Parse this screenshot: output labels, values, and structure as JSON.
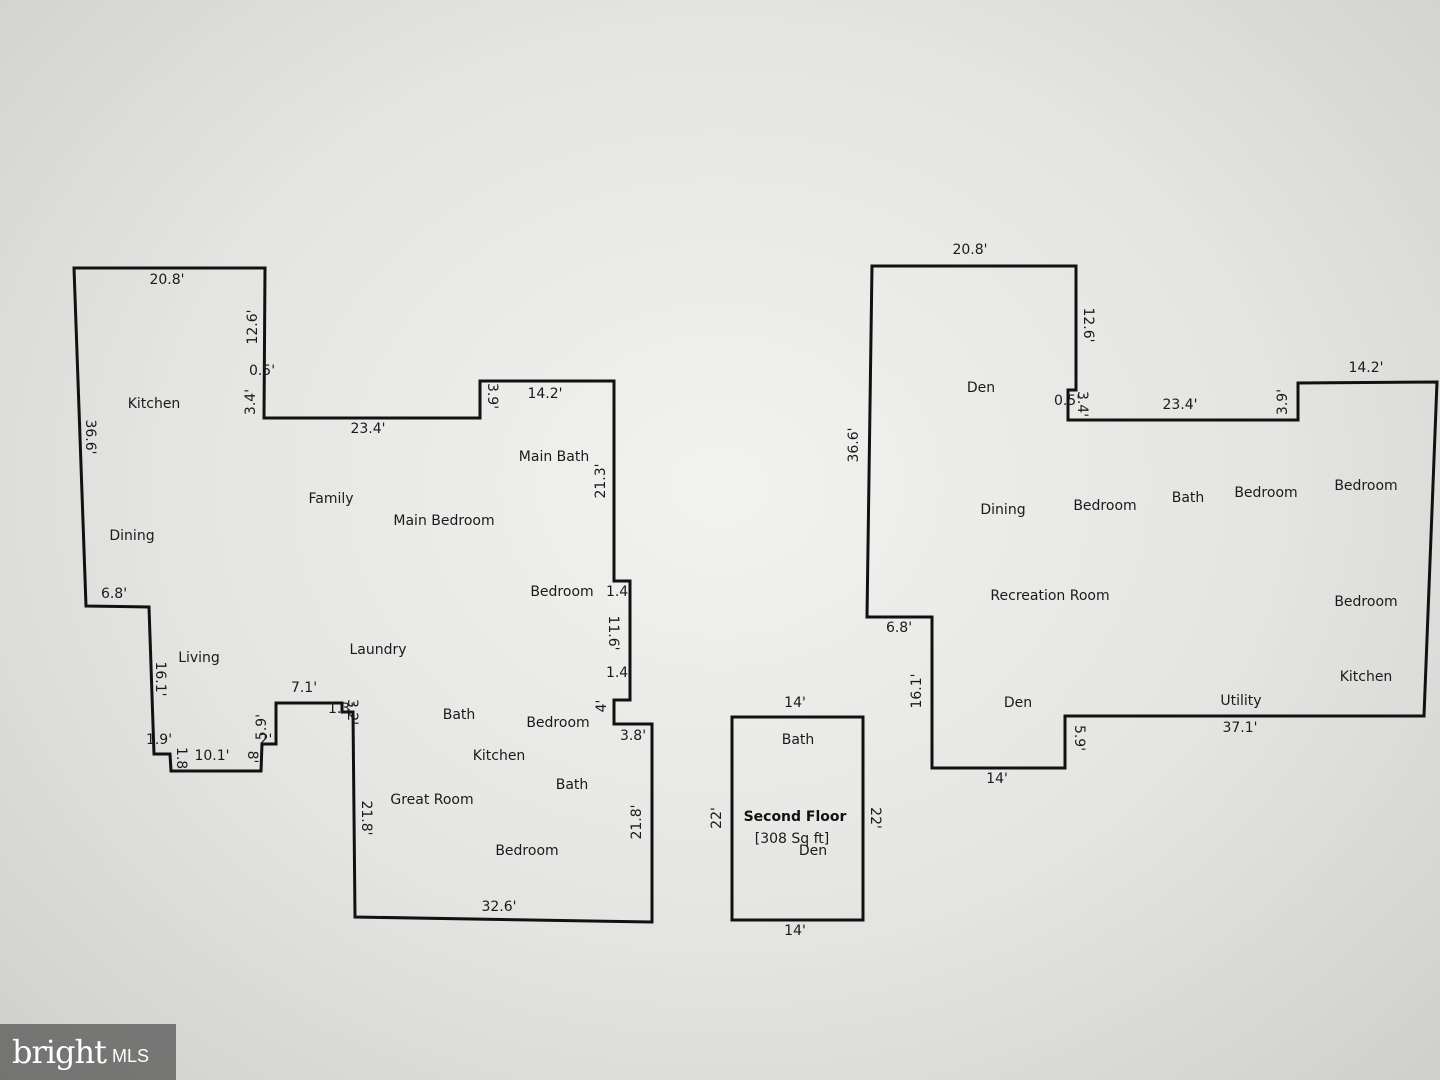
{
  "colors": {
    "wall": "#111111",
    "background": "#e6e6e4",
    "text": "#1a1a1a"
  },
  "plan_left": {
    "rooms": [
      "Kitchen",
      "Family",
      "Main Bath",
      "Main Bedroom",
      "Dining",
      "Bedroom",
      "Living",
      "Laundry",
      "Bath",
      "Bedroom",
      "Kitchen",
      "Bath",
      "Great Room",
      "Bedroom"
    ],
    "dims": [
      "20.8'",
      "12.6'",
      "0.5'",
      "3.4'",
      "36.6'",
      "23.4'",
      "3.9'",
      "14.2'",
      "21.3'",
      "6.8'",
      "1.4'",
      "11.6'",
      "1.4'",
      "16.1'",
      "7.1'",
      "1.3'",
      "3.2'",
      "4'",
      "3.8'",
      "1.9'",
      "1.8'",
      "10.1'",
      "5.9'",
      "2'",
      "8'",
      "21.8'",
      "21.8'",
      "32.6'"
    ]
  },
  "plan_middle": {
    "title": "Second Floor",
    "area": "[308 Sq ft]",
    "rooms": [
      "Bath",
      "Den"
    ],
    "dims": [
      "14'",
      "22'",
      "22'",
      "14'"
    ]
  },
  "plan_right": {
    "rooms": [
      "Den",
      "Dining",
      "Bedroom",
      "Bath",
      "Bedroom",
      "Bedroom",
      "Recreation Room",
      "Bedroom",
      "Den",
      "Utility",
      "Kitchen"
    ],
    "dims": [
      "20.8'",
      "12.6'",
      "14.2'",
      "0.5'",
      "3.4'",
      "23.4'",
      "3.9'",
      "36.6'",
      "6.8'",
      "16.1'",
      "5.9'",
      "37.1'",
      "14'"
    ]
  },
  "watermark": {
    "brand": "bright",
    "suffix": "MLS"
  }
}
